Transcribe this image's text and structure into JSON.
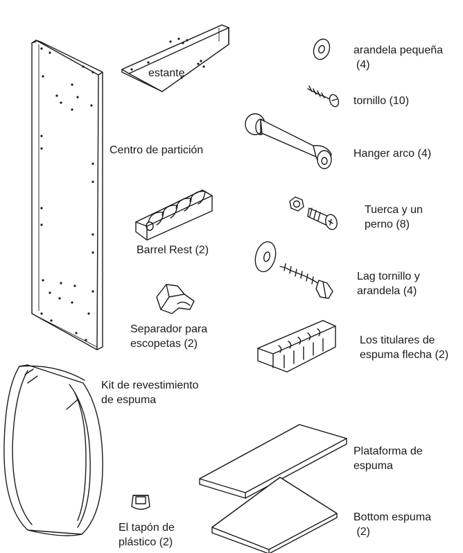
{
  "parts": {
    "shelf": {
      "name": "estante"
    },
    "small_washer": {
      "line1": "arandela pequeña",
      "line2": "(4)"
    },
    "screw": {
      "name": "tornillo (10)"
    },
    "hanger": {
      "name": "Hanger arco (4)"
    },
    "partition": {
      "name": "Centro de partición"
    },
    "nut_bolt": {
      "line1": "Tuerca y un",
      "line2": "perno (8)"
    },
    "barrel_rest": {
      "name": "Barrel Rest (2)"
    },
    "lag_screw": {
      "line1": "Lag tornillo y",
      "line2": "arandela  (4)"
    },
    "separator": {
      "line1": "Separador para",
      "line2": "escopetas (2)"
    },
    "arrow_holders": {
      "line1": "Los titulares de",
      "line2": "espuma flecha (2)"
    },
    "foam_kit": {
      "line1": "Kit de revestimiento",
      "line2": "de espuma"
    },
    "foam_platform": {
      "line1": "Plataforma de",
      "line2": "espuma"
    },
    "plastic_plug": {
      "line1": "El tapón de",
      "line2": "plástico (2)"
    },
    "bottom_foam": {
      "line1": "Bottom espuma",
      "line2": " (2)"
    }
  }
}
